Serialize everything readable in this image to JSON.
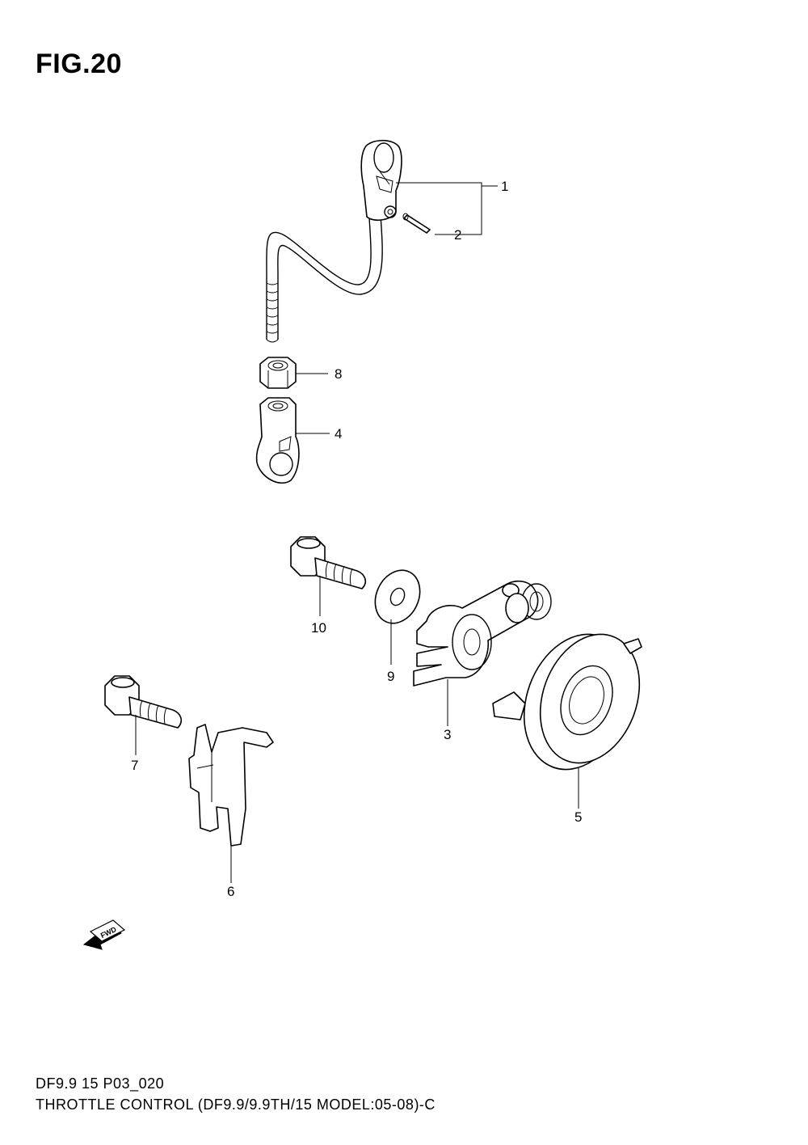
{
  "figure": {
    "title": "FIG.20"
  },
  "footer": {
    "code": "DF9.9 15 P03_020",
    "description": "THROTTLE CONTROL (DF9.9/9.9TH/15 MODEL:05-08)-C"
  },
  "callouts": {
    "c1": "1",
    "c2": "2",
    "c3": "3",
    "c4": "4",
    "c5": "5",
    "c6": "6",
    "c7": "7",
    "c8": "8",
    "c9": "9",
    "c10": "10"
  },
  "fwd_marker": {
    "label": "FWD",
    "icon": "fwd-arrow-icon"
  }
}
